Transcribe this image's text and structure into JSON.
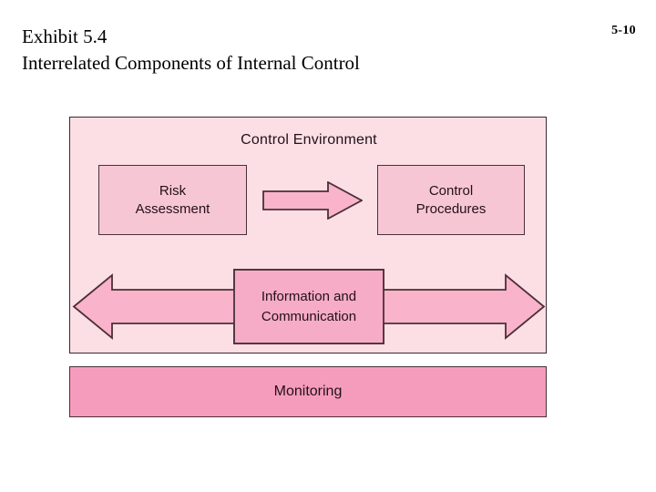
{
  "slide": {
    "title": "Exhibit 5.4\nInterrelated Components of Internal Control",
    "page_number": "5-10"
  },
  "diagram": {
    "container": {
      "label": "Control Environment",
      "fill": "#fbdfe5",
      "border": "#3a2730"
    },
    "components": [
      {
        "name": "risk-assessment",
        "label": "Risk\nAssessment",
        "fill": "#f7c6d5"
      },
      {
        "name": "control-procedures",
        "label": "Control\nProcedures",
        "fill": "#f7c6d5"
      }
    ],
    "flow_arrow": {
      "direction": "right",
      "from": "Risk Assessment",
      "to": "Control Procedures",
      "fill": "#f9b3cb"
    },
    "information_communication": {
      "label": "Information and\nCommunication",
      "direction": "bidirectional",
      "shaft_fill": "#f9b3cb",
      "center_fill": "#f6acc6"
    },
    "monitoring": {
      "label": "Monitoring",
      "fill": "#f59cbc"
    }
  }
}
